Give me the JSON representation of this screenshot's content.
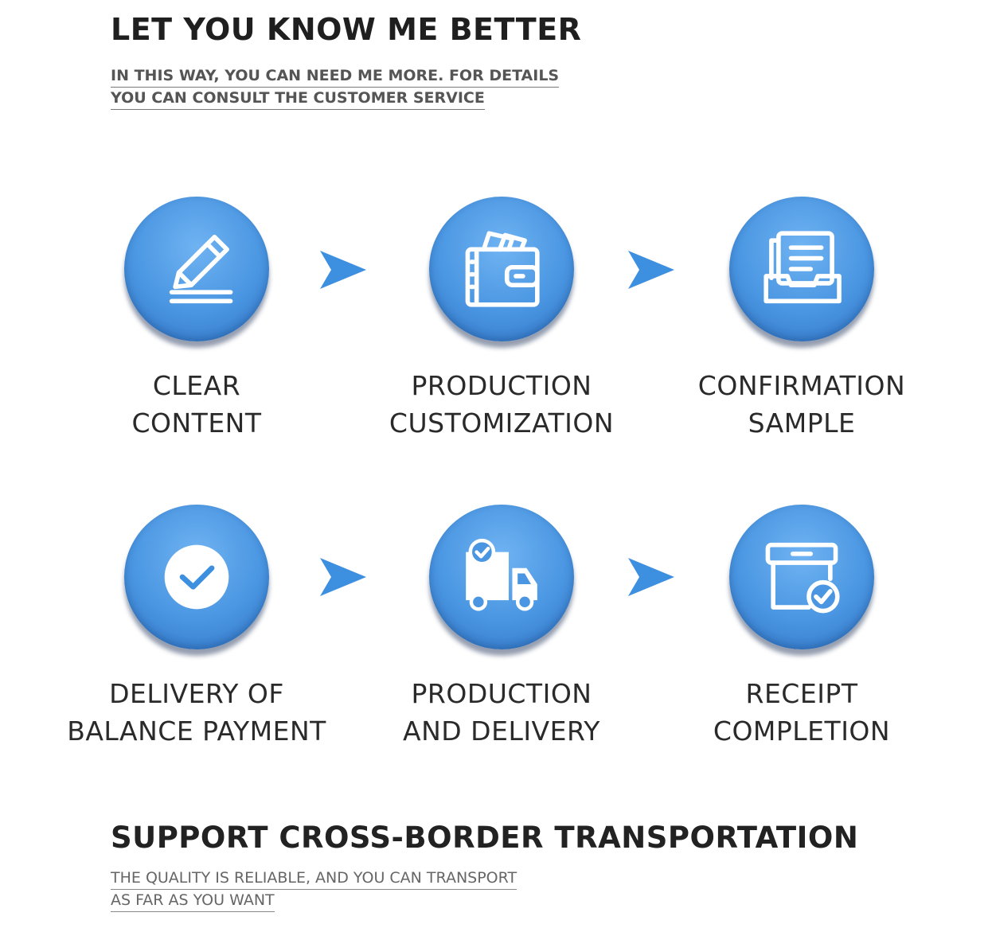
{
  "header": {
    "title": "LET YOU KNOW ME BETTER",
    "subtitle_line1": "IN THIS WAY, YOU CAN NEED ME MORE. FOR DETAILS",
    "subtitle_line2": "YOU CAN CONSULT THE CUSTOMER SERVICE"
  },
  "steps": [
    {
      "line1": "CLEAR",
      "line2": "CONTENT",
      "icon": "pencil-icon"
    },
    {
      "line1": "PRODUCTION",
      "line2": "CUSTOMIZATION",
      "icon": "wallet-icon"
    },
    {
      "line1": "CONFIRMATION",
      "line2": "SAMPLE",
      "icon": "document-tray-icon"
    },
    {
      "line1": "DELIVERY OF",
      "line2": "BALANCE PAYMENT",
      "icon": "check-circle-icon"
    },
    {
      "line1": "PRODUCTION",
      "line2": "AND DELIVERY",
      "icon": "delivery-truck-icon"
    },
    {
      "line1": "RECEIPT",
      "line2": "COMPLETION",
      "icon": "box-check-icon"
    }
  ],
  "footer": {
    "title": "SUPPORT CROSS-BORDER TRANSPORTATION",
    "subtitle_line1": "THE QUALITY IS RELIABLE, AND YOU CAN TRANSPORT",
    "subtitle_line2": "AS FAR AS YOU WANT"
  },
  "colors": {
    "accent": "#4a96e2",
    "arrow": "#3d8fe0",
    "text": "#2a2a2a"
  }
}
